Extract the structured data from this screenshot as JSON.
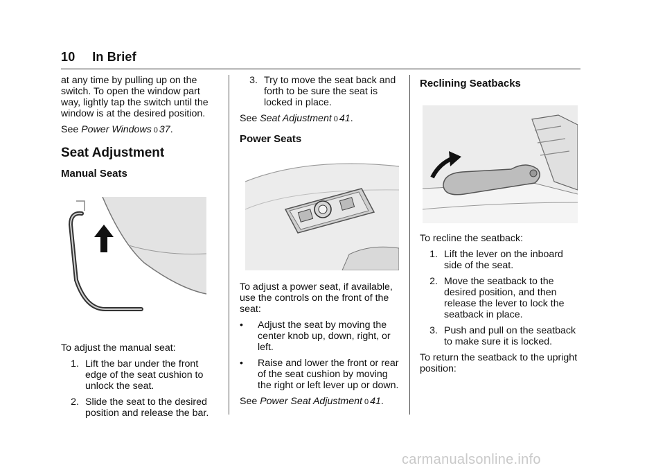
{
  "header": {
    "page_number": "10",
    "section_title": "In Brief"
  },
  "col1": {
    "intro_text": "at any time by pulling up on the switch. To open the window part way, lightly tap the switch until the window is at the desired position.",
    "see_word": "See",
    "see_link": "Power Windows",
    "see_symbol": "0",
    "see_page": "37",
    "see_end": ".",
    "heading": "Seat Adjustment",
    "subheading": "Manual Seats",
    "lead": "To adjust the manual seat:",
    "steps": [
      {
        "num": "1.",
        "text": "Lift the bar under the front edge of the seat cushion to unlock the seat."
      },
      {
        "num": "2.",
        "text": "Slide the seat to the desired position and release the bar."
      }
    ]
  },
  "col2": {
    "step3_num": "3.",
    "step3_text": "Try to move the seat back and forth to be sure the seat is locked in place.",
    "see_word": "See",
    "see_link": "Seat Adjustment",
    "see_symbol": "0",
    "see_page": "41",
    "see_end": ".",
    "subheading": "Power Seats",
    "lead": "To adjust a power seat, if available, use the controls on the front of the seat:",
    "bullets": [
      {
        "mark": "•",
        "text": "Adjust the seat by moving the center knob up, down, right, or left."
      },
      {
        "mark": "•",
        "text": "Raise and lower the front or rear of the seat cushion by moving the right or left lever up or down."
      }
    ],
    "see2_word": "See",
    "see2_link": "Power Seat Adjustment",
    "see2_symbol": "0",
    "see2_page": "41",
    "see2_end": "."
  },
  "col3": {
    "subheading": "Reclining Seatbacks",
    "lead": "To recline the seatback:",
    "steps": [
      {
        "num": "1.",
        "text": "Lift the lever on the inboard side of the seat."
      },
      {
        "num": "2.",
        "text": "Move the seatback to the desired position, and then release the lever to lock the seatback in place."
      },
      {
        "num": "3.",
        "text": "Push and pull on the seatback to make sure it is locked."
      }
    ],
    "closing": "To return the seatback to the upright position:"
  },
  "watermark": "carmanualsonline.info"
}
